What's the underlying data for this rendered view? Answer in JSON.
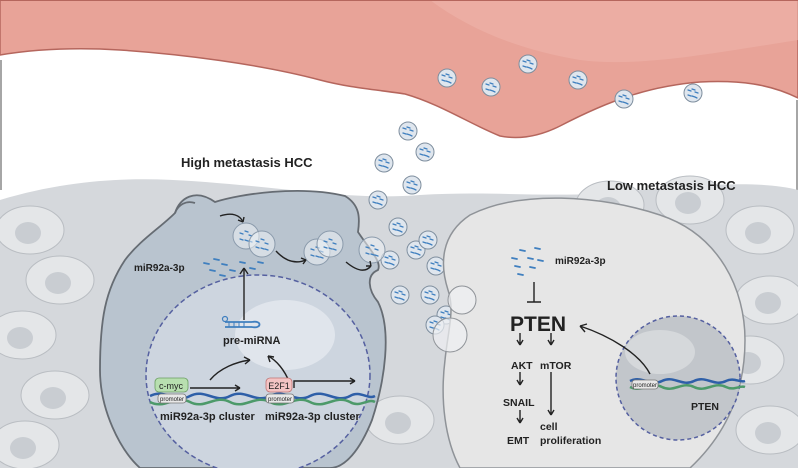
{
  "labels": {
    "high_title": "High metastasis HCC",
    "low_title": "Low metastasis HCC",
    "mir_left": "miR92a-3p",
    "mir_right": "miR92a-3p",
    "pre_mirna": "pre-miRNA",
    "cmyc": "c-myc",
    "e2f1": "E2F1",
    "promoter": "promoter",
    "cluster_left": "miR92a-3p cluster",
    "cluster_right": "miR92a-3p cluster",
    "pten_big": "PTEN",
    "akt": "AKT",
    "mtor": "mTOR",
    "snail": "SNAIL",
    "emt": "EMT",
    "cell_line1": "cell",
    "cell_line2": "proliferation",
    "pten_gene": "PTEN"
  },
  "colors": {
    "vessel": "#e8a398",
    "vessel_edge": "#b5665d",
    "high_cell": "#b9c4cf",
    "nucleus": "#cdd5df",
    "low_cell": "#e6e6e6",
    "tissue": "#d5d8dc",
    "mir_blue": "#3f7fbf",
    "cmyc_green": "#b8dfb0",
    "e2f1_pink": "#f4c4c4"
  },
  "icons": [
    "exosome-icon",
    "dna-helix-icon",
    "hairpin-rna-icon"
  ]
}
